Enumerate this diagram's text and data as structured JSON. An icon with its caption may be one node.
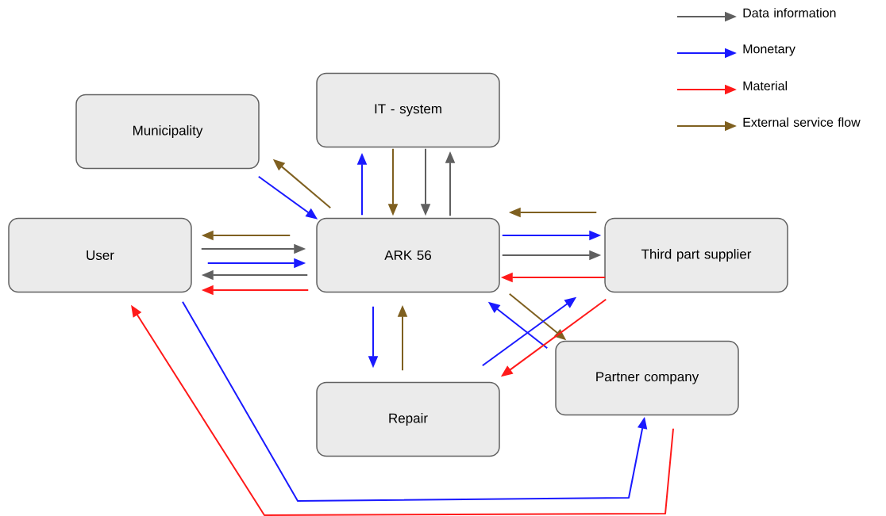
{
  "diagram": {
    "nodes": [
      {
        "text": [
          "Municipality"
        ]
      },
      {
        "text": [
          "IT - system"
        ]
      },
      {
        "text": [
          "User"
        ]
      },
      {
        "text": [
          "ARK 56"
        ]
      },
      {
        "text": [
          "Third part supplier"
        ]
      },
      {
        "text": [
          "Repair"
        ]
      },
      {
        "text": [
          "Partner company"
        ]
      }
    ],
    "edges": [
      {
        "from": 0,
        "to": 3,
        "arrow": "to",
        "color": "#1a1aff"
      },
      {
        "from": 3,
        "to": 0,
        "arrow": "to",
        "color": "#7f6020"
      },
      {
        "from": 3,
        "to": 1,
        "arrow": "to",
        "color": "#1a1aff"
      },
      {
        "from": 1,
        "to": 3,
        "arrow": "to",
        "color": "#7f6020"
      },
      {
        "from": 1,
        "to": 3,
        "arrow": "to",
        "color": "#606060"
      },
      {
        "from": 3,
        "to": 1,
        "arrow": "to",
        "color": "#606060"
      },
      {
        "from": 3,
        "to": 2,
        "arrow": "to",
        "color": "#7f6020"
      },
      {
        "from": 2,
        "to": 3,
        "arrow": "to",
        "color": "#606060"
      },
      {
        "from": 2,
        "to": 3,
        "arrow": "to",
        "color": "#1a1aff"
      },
      {
        "from": 3,
        "to": 2,
        "arrow": "to",
        "color": "#606060"
      },
      {
        "from": 3,
        "to": 2,
        "arrow": "to",
        "color": "#ff1a1a"
      },
      {
        "from": 4,
        "to": 3,
        "arrow": "to",
        "color": "#7f6020"
      },
      {
        "from": 3,
        "to": 4,
        "arrow": "to",
        "color": "#1a1aff"
      },
      {
        "from": 3,
        "to": 4,
        "arrow": "to",
        "color": "#606060"
      },
      {
        "from": 4,
        "to": 3,
        "arrow": "to",
        "color": "#ff1a1a"
      },
      {
        "from": 3,
        "to": 5,
        "arrow": "to",
        "color": "#1a1aff"
      },
      {
        "from": 5,
        "to": 3,
        "arrow": "to",
        "color": "#7f6020"
      },
      {
        "from": 6,
        "to": 3,
        "arrow": "to",
        "color": "#1a1aff"
      },
      {
        "from": 3,
        "to": 6,
        "arrow": "to",
        "color": "#7f6020"
      },
      {
        "from": 5,
        "to": 4,
        "arrow": "to",
        "color": "#1a1aff"
      },
      {
        "from": 4,
        "to": 5,
        "arrow": "to",
        "color": "#ff1a1a"
      },
      {
        "from": 2,
        "to": 6,
        "arrow": "to",
        "color": "#1a1aff"
      },
      {
        "from": 6,
        "to": 2,
        "arrow": "to",
        "color": "#ff1a1a"
      }
    ],
    "legend": [
      {
        "text": "Data information",
        "color": "#606060"
      },
      {
        "text": "Monetary",
        "color": "#1a1aff"
      },
      {
        "text": "Material",
        "color": "#ff1a1a"
      },
      {
        "text": "External service flow",
        "color": "#7f6020"
      }
    ]
  }
}
